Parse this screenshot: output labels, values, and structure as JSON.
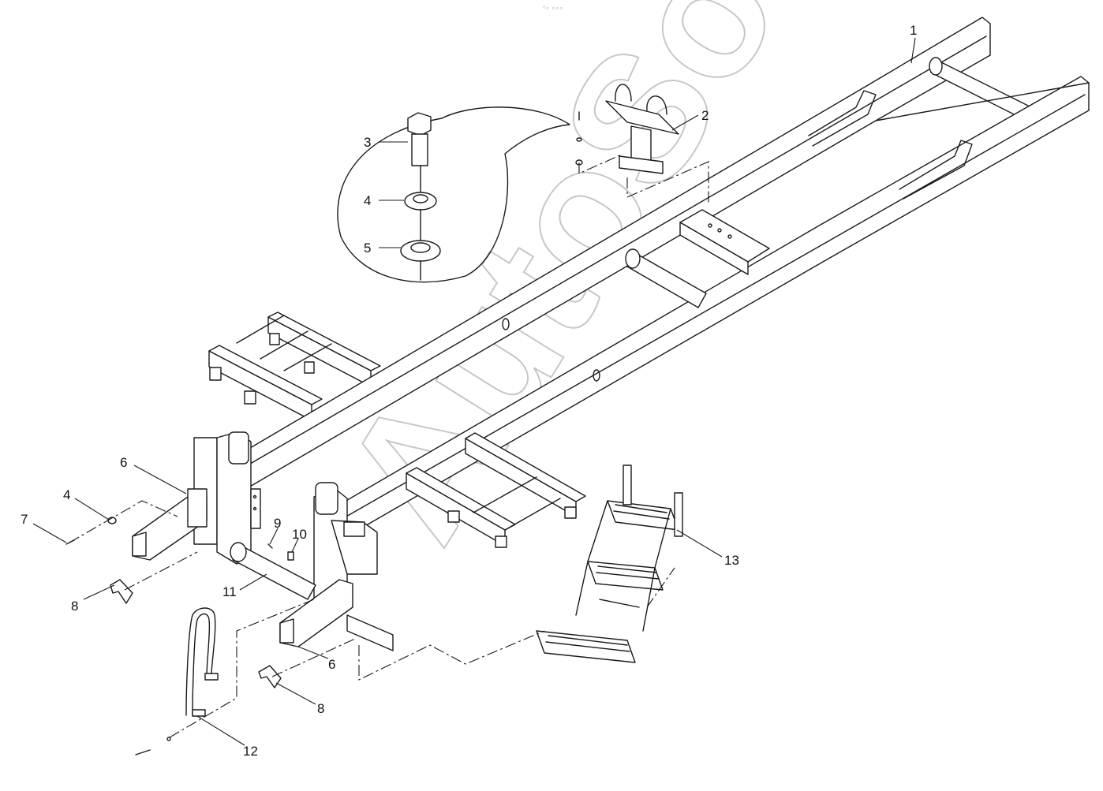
{
  "header_mark": "⁰∘ ∘∘∘",
  "watermark": "AutoSoft",
  "callouts": [
    {
      "id": "c1",
      "label": "1"
    },
    {
      "id": "c2",
      "label": "2"
    },
    {
      "id": "c3",
      "label": "3"
    },
    {
      "id": "c4a",
      "label": "4"
    },
    {
      "id": "c5",
      "label": "5"
    },
    {
      "id": "c6a",
      "label": "6"
    },
    {
      "id": "c4b",
      "label": "4"
    },
    {
      "id": "c7",
      "label": "7"
    },
    {
      "id": "c9",
      "label": "9"
    },
    {
      "id": "c10",
      "label": "10"
    },
    {
      "id": "c11",
      "label": "11"
    },
    {
      "id": "c8a",
      "label": "8"
    },
    {
      "id": "c6b",
      "label": "6"
    },
    {
      "id": "c8b",
      "label": "8"
    },
    {
      "id": "c12",
      "label": "12"
    },
    {
      "id": "c13",
      "label": "13"
    }
  ]
}
